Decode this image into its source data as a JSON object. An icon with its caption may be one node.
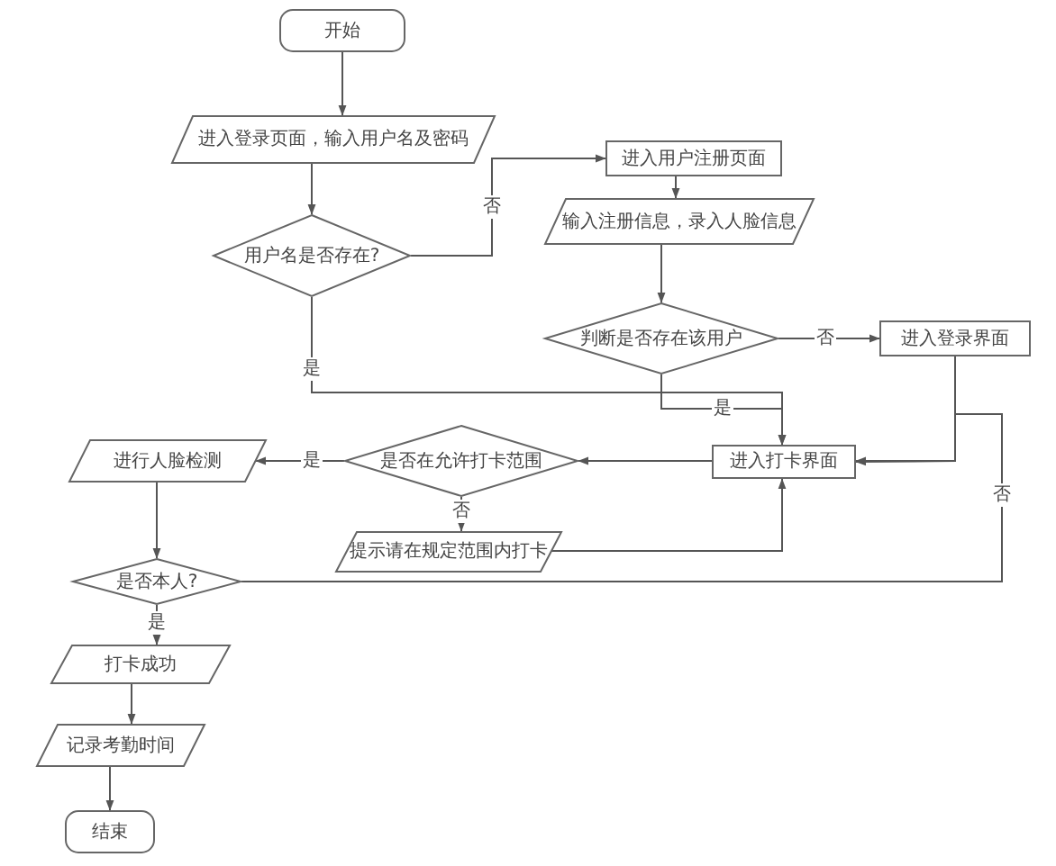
{
  "diagram": {
    "nodes": [
      {
        "text": [
          "开始"
        ]
      },
      {
        "text": [
          "进入登录页面，输入用户名及密码"
        ]
      },
      {
        "text": [
          "用户名是否存在?"
        ]
      },
      {
        "text": [
          "进入用户注册页面"
        ]
      },
      {
        "text": [
          "输入注册信息，录入人脸信息"
        ]
      },
      {
        "text": [
          "判断是否存在该用户"
        ]
      },
      {
        "text": [
          "进入登录界面"
        ]
      },
      {
        "text": [
          "进入打卡界面"
        ]
      },
      {
        "text": [
          "是否在允许打卡范围"
        ]
      },
      {
        "text": [
          "进行人脸检测"
        ]
      },
      {
        "text": [
          "提示请在规定范围内打卡"
        ]
      },
      {
        "text": [
          "是否本人?"
        ]
      },
      {
        "text": [
          "打卡成功"
        ]
      },
      {
        "text": [
          "记录考勤时间"
        ]
      },
      {
        "text": [
          "结束"
        ]
      }
    ],
    "edges": [
      {
        "from": 0,
        "to": 1,
        "arrow": "to"
      },
      {
        "from": 1,
        "to": 2,
        "arrow": "to"
      },
      {
        "from": 2,
        "to": 3,
        "arrow": "to",
        "label": "否"
      },
      {
        "from": 3,
        "to": 4,
        "arrow": "to"
      },
      {
        "from": 4,
        "to": 5,
        "arrow": "to"
      },
      {
        "from": 5,
        "to": 6,
        "arrow": "to",
        "label": "否"
      },
      {
        "from": 5,
        "to": 7,
        "arrow": "to",
        "label": "是"
      },
      {
        "from": 2,
        "to": 7,
        "arrow": "to",
        "label": "是"
      },
      {
        "from": 6,
        "to": 7,
        "arrow": "to"
      },
      {
        "from": 7,
        "to": 8,
        "arrow": "to"
      },
      {
        "from": 8,
        "to": 9,
        "arrow": "to",
        "label": "是"
      },
      {
        "from": 8,
        "to": 10,
        "arrow": "to",
        "label": "否"
      },
      {
        "from": 10,
        "to": 7,
        "arrow": "to"
      },
      {
        "from": 9,
        "to": 11,
        "arrow": "to"
      },
      {
        "from": 11,
        "to": 7,
        "arrow": "to",
        "label": "否"
      },
      {
        "from": 11,
        "to": 12,
        "arrow": "to",
        "label": "是"
      },
      {
        "from": 12,
        "to": 13,
        "arrow": "to"
      },
      {
        "from": 13,
        "to": 14,
        "arrow": "to"
      }
    ]
  }
}
